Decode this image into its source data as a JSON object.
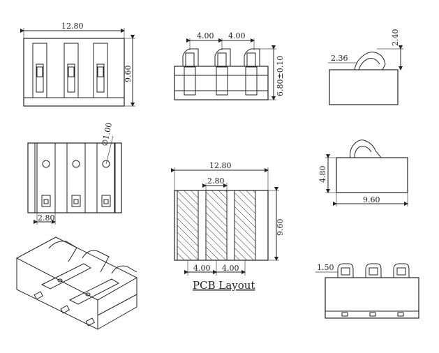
{
  "diagram": {
    "views": {
      "top_view": {
        "width_label": "12.80",
        "height_label": "9.60"
      },
      "front_view": {
        "pitch_left_label": "4.00",
        "pitch_right_label": "4.00",
        "height_label": "6.80±0.10"
      },
      "side_view_top": {
        "offset_label": "2.36",
        "height_label": "2.40"
      },
      "bottom_view": {
        "hole_label": "∅1.00",
        "pad_width_label": "2.80"
      },
      "pcb_layout": {
        "width_label": "12.80",
        "pad_width_label": "2.80",
        "height_label": "9.60",
        "pitch_left_label": "4.00",
        "pitch_right_label": "4.00",
        "caption": "PCB Layout"
      },
      "side_view_mid": {
        "height_label": "4.80",
        "width_label": "9.60"
      },
      "rear_view": {
        "contact_label": "1.50"
      }
    }
  }
}
